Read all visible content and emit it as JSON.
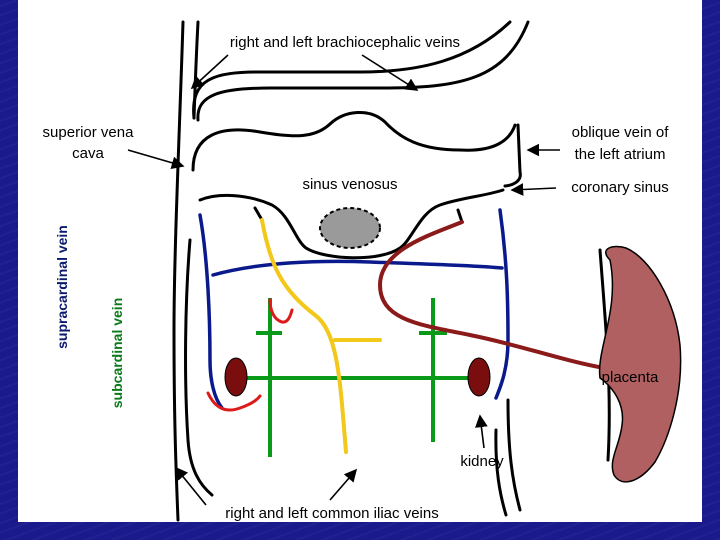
{
  "labels": {
    "brachiocephalic": "right and left brachiocephalic veins",
    "svc_line1": "superior vena",
    "svc_line2": "cava",
    "oblique_line1": "oblique vein of",
    "oblique_line2": "the left atrium",
    "sinus_venosus": "sinus venosus",
    "coronary_sinus": "coronary sinus",
    "supracardinal": "supracardinal vein",
    "subcardinal": "subcardinal vein",
    "placenta": "placenta",
    "kidney": "kidney",
    "iliac": "right and left common iliac veins"
  },
  "colors": {
    "background": "#1a1a8c",
    "panel": "#ffffff",
    "vessel_black": "#000000",
    "subcardinal_blue": "#0a1a8c",
    "anastomosis_green": "#0a9a1a",
    "yellow_vein": "#f2c81a",
    "umbilical_red": "#8b1a1a",
    "red_small": "#dd1a1a",
    "placenta_fill": "#b06060",
    "kidney_fill": "#7a0e0e",
    "sinus_gray": "#9a9a9a",
    "label_green": "#0a7a1a",
    "label_navy": "#0a1a6c"
  }
}
